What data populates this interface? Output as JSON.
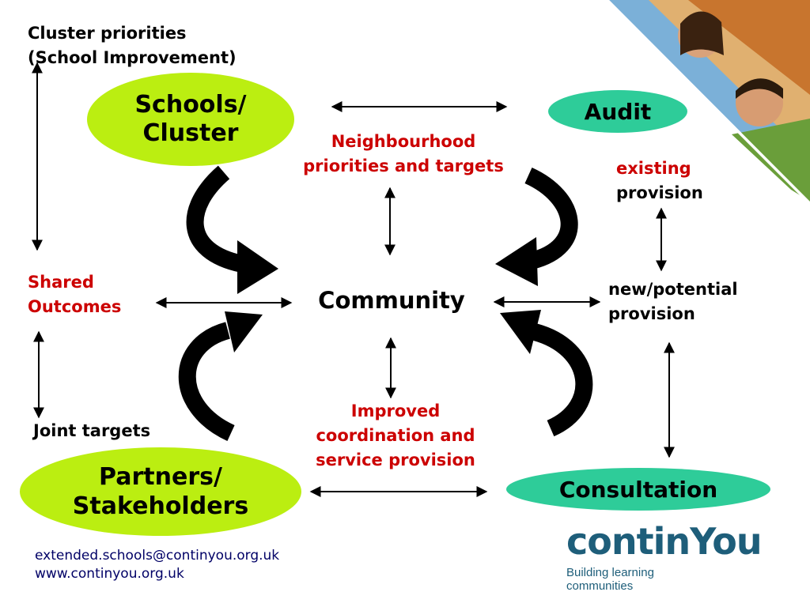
{
  "cluster_priorities": [
    "Cluster priorities",
    "(School Improvement)"
  ],
  "nodes": {
    "schools_cluster": [
      "Schools/",
      "Cluster"
    ],
    "audit": "Audit",
    "partners_stakeholders": [
      "Partners/",
      "Stakeholders"
    ],
    "consultation": "Consultation"
  },
  "labels": {
    "neighbourhood": [
      "Neighbourhood",
      "priorities and targets"
    ],
    "existing": "existing",
    "provision": "provision",
    "shared_outcomes": [
      "Shared",
      "Outcomes"
    ],
    "community": "Community",
    "new_potential": [
      "new/potential",
      "provision"
    ],
    "joint_targets": "Joint targets",
    "improved": [
      "Improved",
      "coordination and",
      "service provision"
    ]
  },
  "footer": {
    "email": "extended.schools@continyou.org.uk",
    "web": "www.continyou.org.uk"
  },
  "logo": {
    "word": "continYou",
    "tagline": [
      "Building learning",
      "communities"
    ]
  },
  "colors": {
    "lime_node": "#bbee11",
    "teal_node": "#2ecc99",
    "red_text": "#cc0000",
    "logo_blue": "#1e5e7a",
    "logo_green": "#55bb22"
  }
}
